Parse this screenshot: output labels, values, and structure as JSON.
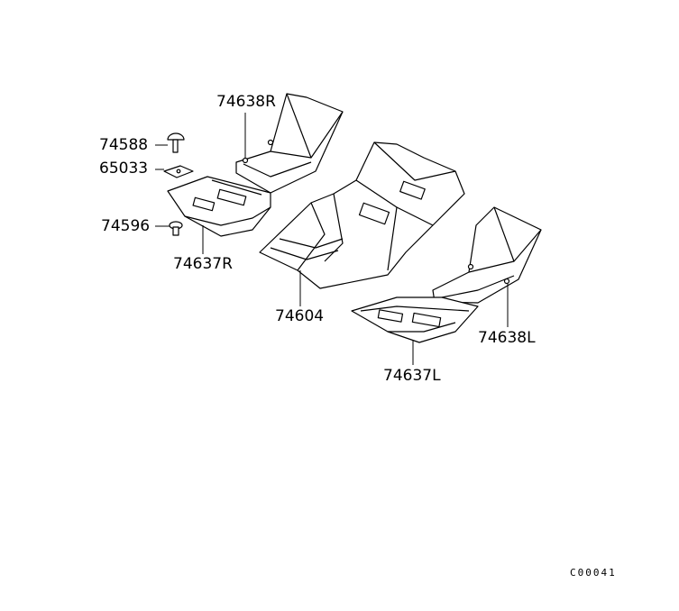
{
  "diagram": {
    "parts": [
      {
        "number": "74638R"
      },
      {
        "number": "74588"
      },
      {
        "number": "65033"
      },
      {
        "number": "74596"
      },
      {
        "number": "74637R"
      },
      {
        "number": "74604"
      },
      {
        "number": "74638L"
      },
      {
        "number": "74637L"
      }
    ],
    "code": "C00041"
  }
}
